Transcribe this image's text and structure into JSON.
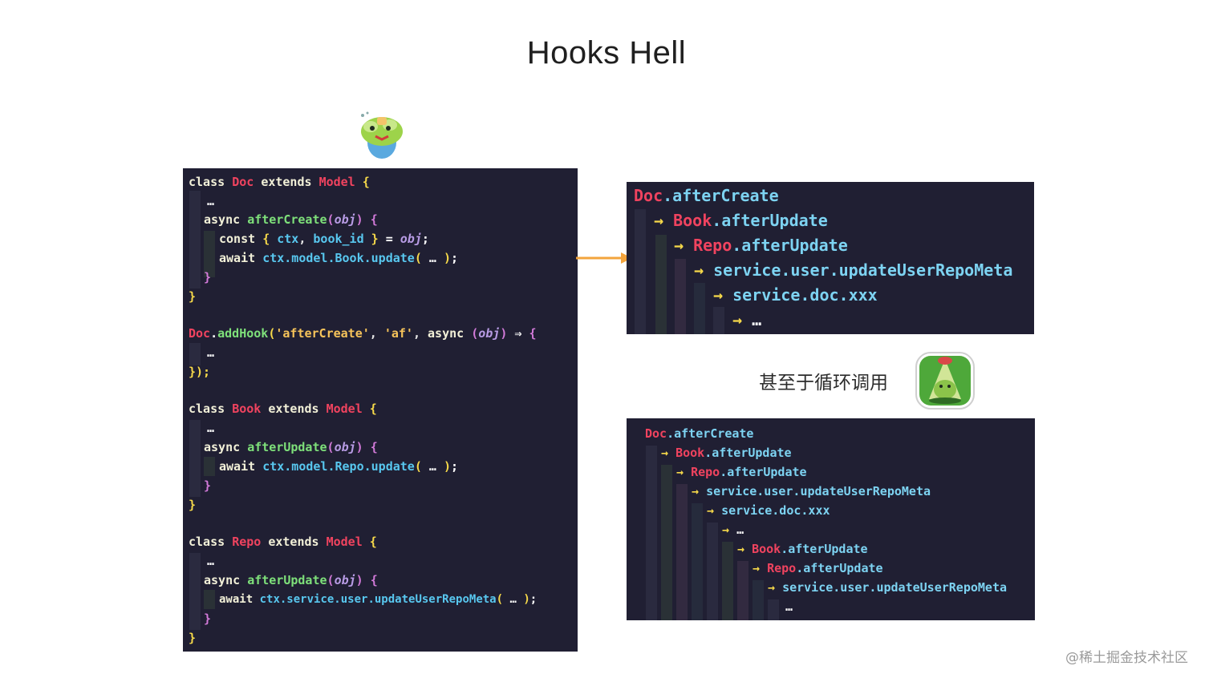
{
  "title": "Hooks Hell",
  "caption": "甚至于循环调用",
  "watermark": "@稀土掘金技术社区",
  "code": {
    "doc_class": {
      "kw_class": "class",
      "name": "Doc",
      "kw_extends": "extends",
      "base": "Model",
      "brace": "{"
    },
    "doc_ellipsis": "…",
    "doc_method": {
      "kw": "async",
      "fn": "afterCreate",
      "param": "obj"
    },
    "doc_const": {
      "kw": "const",
      "ctx": "ctx",
      "bookid": "book_id",
      "param": "obj"
    },
    "doc_await": {
      "kw": "await",
      "call": "ctx.model.Book.update",
      "args": "…"
    },
    "addhook": {
      "obj": "Doc",
      "method": "addHook",
      "str1": "'afterCreate'",
      "str2": "'af'",
      "kw": "async",
      "param": "obj"
    },
    "addhook_ellipsis": "…",
    "addhook_end": "});",
    "book_class": {
      "kw_class": "class",
      "name": "Book",
      "kw_extends": "extends",
      "base": "Model"
    },
    "book_ellipsis": "…",
    "book_method": {
      "kw": "async",
      "fn": "afterUpdate",
      "param": "obj"
    },
    "book_await": {
      "kw": "await",
      "call": "ctx.model.Repo.update",
      "args": "…"
    },
    "repo_class": {
      "kw_class": "class",
      "name": "Repo",
      "kw_extends": "extends",
      "base": "Model"
    },
    "repo_ellipsis": "…",
    "repo_method": {
      "kw": "async",
      "fn": "afterUpdate",
      "param": "obj"
    },
    "repo_await": {
      "kw": "await",
      "call": "ctx.service.user.updateUserRepoMeta",
      "args": "…"
    }
  },
  "chain1": [
    {
      "obj": "Doc",
      "rest": ".afterCreate"
    },
    {
      "obj": "Book",
      "rest": ".afterUpdate"
    },
    {
      "obj": "Repo",
      "rest": ".afterUpdate"
    },
    {
      "obj": "service",
      "rest": ".user.updateUserRepoMeta"
    },
    {
      "obj": "service",
      "rest": ".doc.xxx"
    },
    {
      "obj": "",
      "rest": "…"
    }
  ],
  "chain2": [
    {
      "obj": "Doc",
      "rest": ".afterCreate"
    },
    {
      "obj": "Book",
      "rest": ".afterUpdate"
    },
    {
      "obj": "Repo",
      "rest": ".afterUpdate"
    },
    {
      "obj": "service",
      "rest": ".user.updateUserRepoMeta"
    },
    {
      "obj": "service",
      "rest": ".doc.xxx"
    },
    {
      "obj": "",
      "rest": "…"
    },
    {
      "obj": "Book",
      "rest": ".afterUpdate"
    },
    {
      "obj": "Repo",
      "rest": ".afterUpdate"
    },
    {
      "obj": "service",
      "rest": ".user.updateUserRepoMeta"
    },
    {
      "obj": "",
      "rest": "…"
    }
  ],
  "icons": {
    "flow_arrow": "right-arrow-icon",
    "sticker1": "confused-frog-sticker",
    "sticker2": "frog-under-lamp-sticker"
  },
  "colors": {
    "panel_bg": "#201f33",
    "keyword": "#f2f0d8",
    "class_name": "#f0435f",
    "function": "#7ee07a",
    "property": "#58c7ef",
    "brace": "#f6d94a",
    "arrow": "#f3a43c"
  }
}
